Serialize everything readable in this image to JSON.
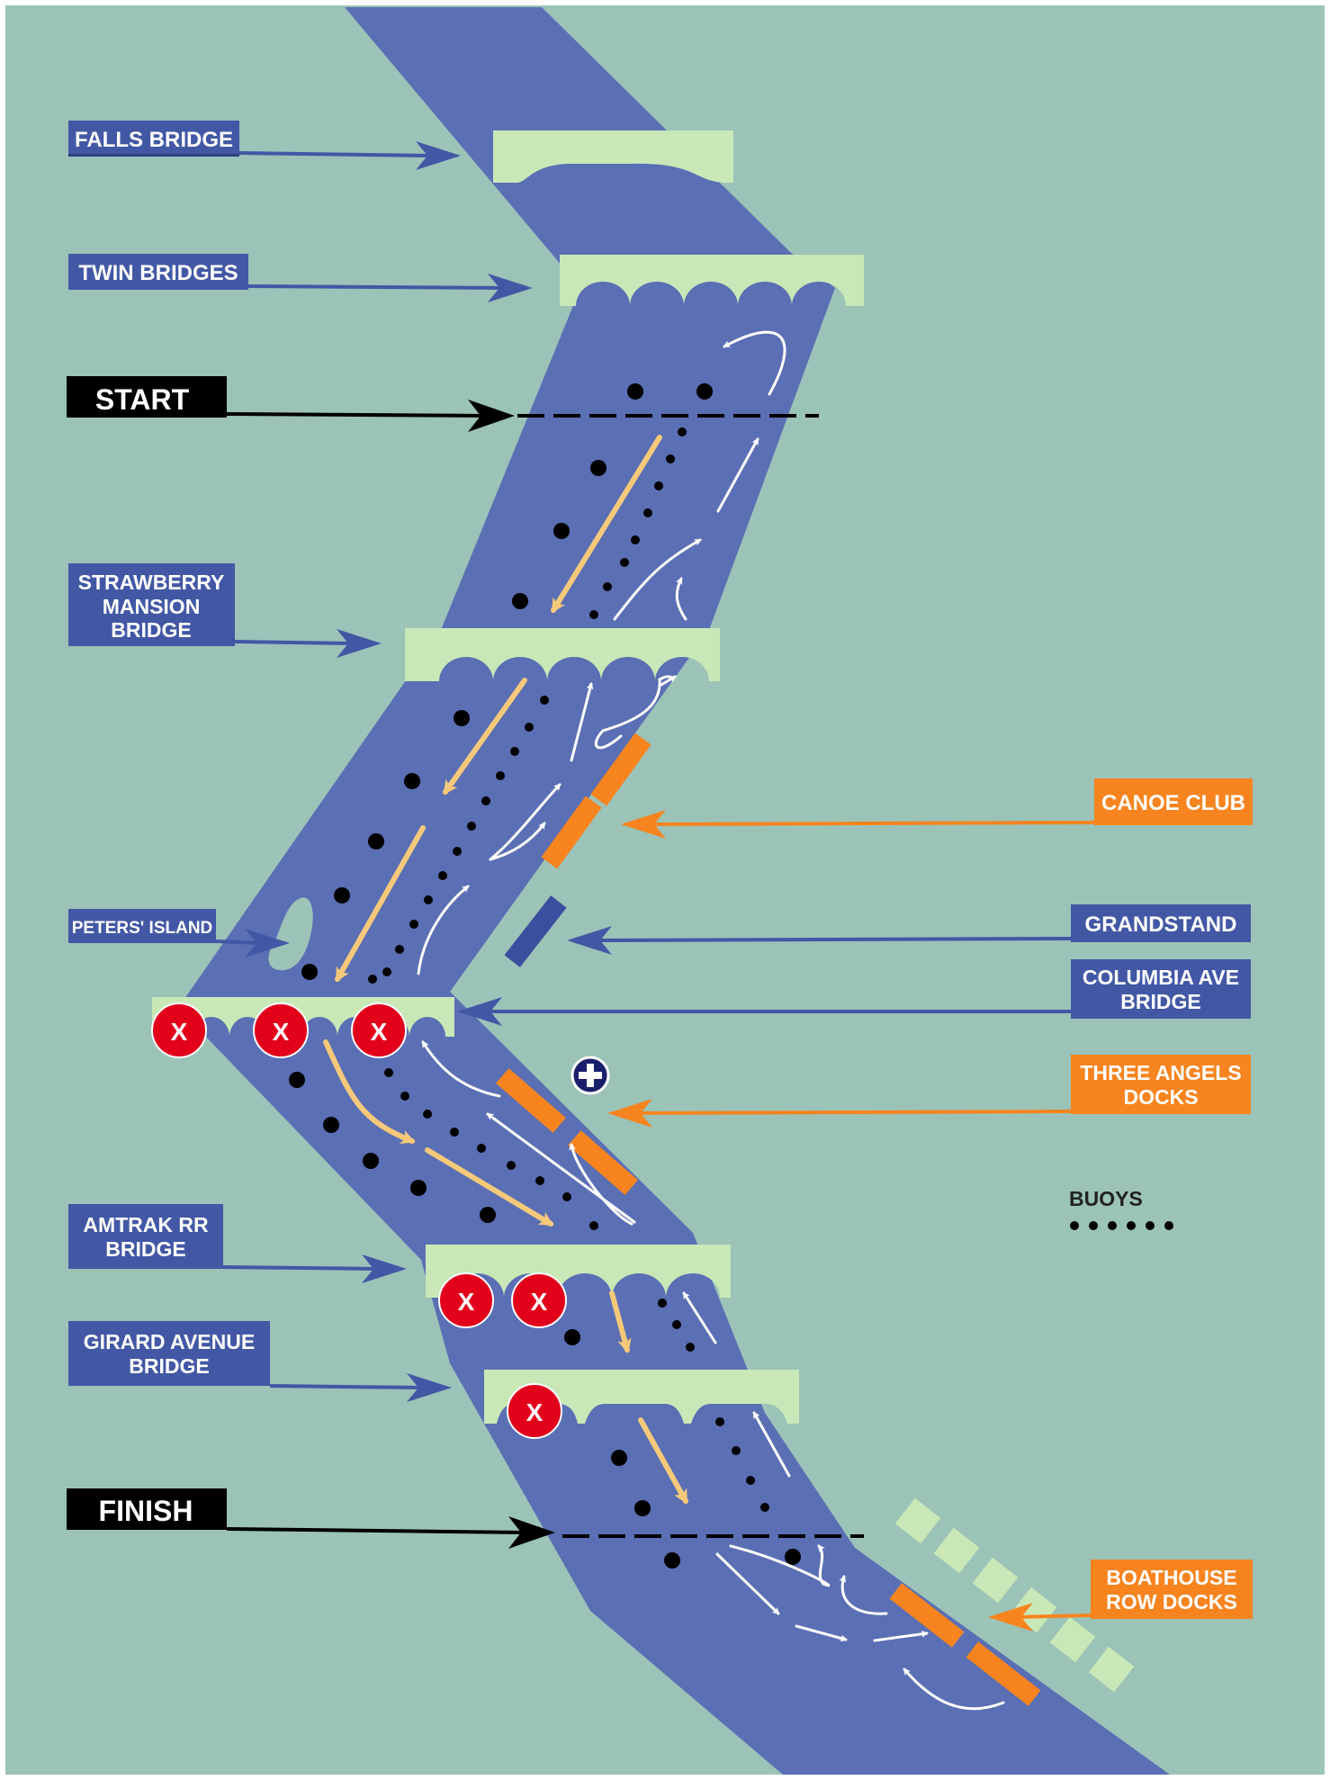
{
  "labels": {
    "falls_bridge": "FALLS BRIDGE",
    "twin_bridges": "TWIN BRIDGES",
    "start": "START",
    "strawberry_1": "STRAWBERRY",
    "strawberry_2": "MANSION",
    "strawberry_3": "BRIDGE",
    "canoe_club": "CANOE CLUB",
    "peters_island": "PETERS' ISLAND",
    "grandstand": "GRANDSTAND",
    "columbia_1": "COLUMBIA AVE",
    "columbia_2": "BRIDGE",
    "three_angels_1": "THREE ANGELS",
    "three_angels_2": "DOCKS",
    "buoys": "BUOYS",
    "amtrak_1": "AMTRAK RR",
    "amtrak_2": "BRIDGE",
    "girard_1": "GIRARD AVENUE",
    "girard_2": "BRIDGE",
    "finish": "FINISH",
    "boathouse_1": "BOATHOUSE",
    "boathouse_2": "ROW DOCKS",
    "closed_mark": "X"
  },
  "colors": {
    "background": "#9bc3b8",
    "river": "#5a6fb4",
    "bridge": "#c9e8b7",
    "label_blue": "#4258a5",
    "arrow_blue": "#4258a5",
    "orange": "#f7841f",
    "yellow_course": "#f6c97a",
    "white_course": "#ffffff",
    "black": "#000000",
    "closed_red": "#e3001b",
    "first_aid": "#1a1f6b",
    "grandstand": "#3a4f9e"
  },
  "icons": {
    "closed_arch": "closed-x-icon",
    "first_aid": "first-aid-cross-icon",
    "buoy": "buoy-dot-icon"
  }
}
